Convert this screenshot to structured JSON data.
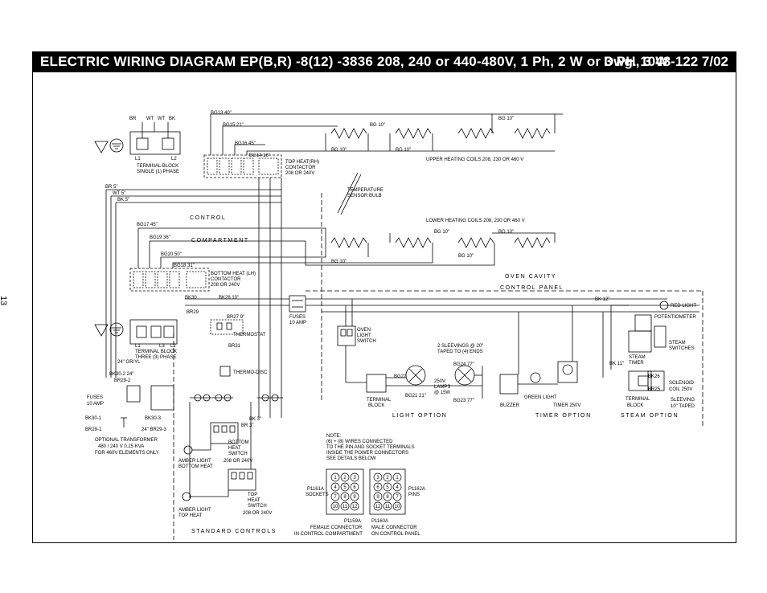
{
  "title": "ELECTRIC WIRING DIAGRAM   EP(B,R) -8(12) -3836   208, 240 or 440-480V, 1 Ph, 2 W or 3 PH, 3 W",
  "drawing_number": "Dwg. 1048-122 7/02",
  "page_number": "13",
  "labels": {
    "tb1_title": "TERMINAL BLOCK",
    "tb1_sub": "SINGLE (1) PHASE",
    "tb3_title": "TERMINAL BLOCK",
    "tb3_sub": "THREE (3) PHASE",
    "top_contactor": "TOP HEAT(RH)",
    "top_contactor2": "CONTACTOR",
    "top_contactor3": "208 OR 240V",
    "bottom_contactor": "BOTTOM HEAT (LH)",
    "bottom_contactor2": "CONTACTOR",
    "bottom_contactor3": "208 OR 240V",
    "temp_bulb": "TEMPERATURE",
    "temp_bulb2": "SENSOR BULB",
    "upper_coils": "UPPER HEATING COILS 208, 230 OR 460 V",
    "lower_coils": "LOWER HEATING COILS 208, 230 OR 460 V",
    "control": "CONTROL",
    "compartment": "COMPARTMENT",
    "oven_cavity": "OVEN CAVITY",
    "control_panel": "CONTROL PANEL",
    "fuses": "FUSES",
    "fuses_amp": "10 AMP",
    "thermostat": "THERMOSTAT",
    "thermo_disc": "THERMO-DISC",
    "oven_light": "OVEN",
    "oven_light2": "LIGHT",
    "oven_light3": "SWITCH",
    "sleevings": "2 SLEEVINGS @ 20\"",
    "sleevings2": "TAPED TO (4) ENDS",
    "lamps1": "250V",
    "lamps2": "LAMPS",
    "lamps3": "@ 15W",
    "terminal_block": "TERMINAL",
    "terminal_block2": "BLOCK",
    "light_option": "LIGHT OPTION",
    "buzzer": "BUZZER",
    "green_light": "GREEN LIGHT",
    "timer": "TIMER 250V",
    "timer_option": "TIMER OPTION",
    "red_light": "RED LIGHT",
    "potentiometer": "POTENTIOMETER",
    "steam_switches": "STEAM",
    "steam_switches2": "SWITCHES",
    "steam_timer": "STEAM",
    "steam_timer2": "TIMER",
    "solenoid": "SOLENOID",
    "solenoid2": "COIL 250V",
    "sleeving": "SLEEVING",
    "sleeving2": "10\" TAPED",
    "steam_option": "STEAM OPTION",
    "bottom_heat_switch": "BOTTOM",
    "bottom_heat_switch2": "HEAT",
    "bottom_heat_switch3": "SWITCH",
    "bottom_heat_switch4": "208 OR 240V",
    "top_heat_switch": "TOP",
    "top_heat_switch2": "HEAT",
    "top_heat_switch3": "SWITCH",
    "top_heat_switch4": "208 OR 240V",
    "amber_bottom": "AMBER LIGHT",
    "amber_bottom2": "BOTTOM HEAT",
    "amber_top": "AMBER LIGHT",
    "amber_top2": "TOP HEAT",
    "standard_controls": "STANDARD CONTROLS",
    "fuses_tr": "FUSES",
    "fuses_tr2": "10 AMP",
    "opt_transformer": "OPTIONAL TRANSFORMER",
    "opt_transformer2": "480 / 240 V     0.25 KVA",
    "opt_transformer3": "FOR 460V ELEMENTS ONLY",
    "note1": "NOTE:",
    "note2": "(6) + (8)  WIRES CONNECTED",
    "note3": "TO THE PIN AND SOCKET TERMINALS",
    "note4": "INSIDE THE POWER CONNECTORS",
    "note5": "SEE DETAILS BELOW",
    "p1161a": "P1161A",
    "p1161a2": "SOCKETS",
    "p1162a": "P1162A",
    "p1162a2": "PINS",
    "p1159a": "P1159A",
    "p1159a2": "FEMALE CONNECTOR",
    "p1159a3": "IN CONTROL COMPARTMENT",
    "p1160a": "P1160A",
    "p1160a2": "MALE CONNECTOR",
    "p1160a3": "ON CONTROL PANEL"
  },
  "wire_tags": {
    "bg13": "BG13  40\"",
    "bg15": "BG15  21\"",
    "bg16": "BG16  45\"",
    "bg14": "BG14  16\"",
    "bg17": "BG17  45\"",
    "bg19": "BG19  36\"",
    "bg20": "BG20  50\"",
    "bg18": "BG18  31\"",
    "bg10a": "BG 10\"",
    "bg10b": "BG 10\"",
    "bg10c": "BG 10\"",
    "bg10d": "BG 10\"",
    "bg10e": "BG 10\"",
    "bg10f": "BG 10\"",
    "bg10g": "BG 10\"",
    "bg10h": "BG 10\"",
    "br5": "BR 5\"",
    "wt5": "WT 5\"",
    "bk5": "BK 5\"",
    "bk28": "BK28  10\"",
    "bk27": "BR27  9\"",
    "bk30": "BK30",
    "br29": "BR29",
    "bk12": "BK 12\"",
    "bk11": "BK 11\"",
    "bk26": "BK26",
    "br25": "BR25",
    "bg22": "BG22",
    "bg21": "BG21  21\"",
    "bg24": "BG24  77\"",
    "bg23": "BG23  77\"",
    "br31": "BR31",
    "bk3": "BK 3\"",
    "br3": "BR 3\"",
    "bk30_2": "BK30-2  24\"",
    "br29_2": "BR29-2",
    "bk30_1": "BK30-1",
    "bk30_3": "BK30-3",
    "br29_1": "BR29-1",
    "br29_3": "24\" BR29-3",
    "gryl": "24\"  GR/YL"
  },
  "top_block_colors": [
    "BR",
    "WT",
    "WT",
    "BK"
  ],
  "tb1_terms": [
    "L1",
    "L2"
  ],
  "tb3_terms": [
    "L1",
    "L3",
    "L2"
  ],
  "connector_sockets": [
    "1",
    "2",
    "3",
    "4",
    "5",
    "6",
    "7",
    "8",
    "9",
    "10",
    "11",
    "12"
  ],
  "connector_pins": [
    "3",
    "2",
    "1",
    "6",
    "5",
    "4",
    "9",
    "8",
    "7",
    "12",
    "11",
    "10"
  ],
  "circle_terms": [
    "3",
    "4",
    "2",
    "1",
    "6",
    "8"
  ]
}
